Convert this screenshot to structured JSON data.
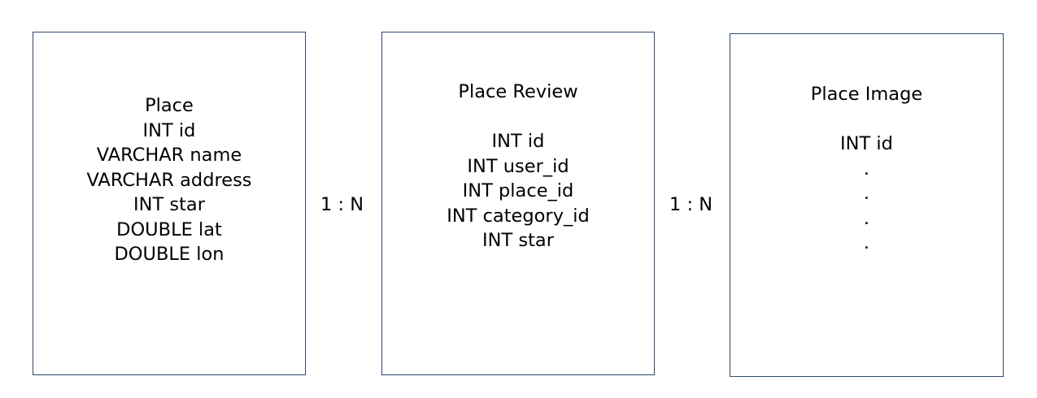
{
  "entities": {
    "place": {
      "title": "Place",
      "fields": [
        "INT id",
        "VARCHAR name",
        "VARCHAR address",
        "INT star",
        "DOUBLE lat",
        "DOUBLE lon"
      ]
    },
    "review": {
      "title": "Place Review",
      "fields": [
        "INT id",
        "INT user_id",
        "INT place_id",
        "INT category_id",
        "INT star"
      ]
    },
    "image": {
      "title": "Place Image",
      "fields": [
        "INT id"
      ],
      "ellipsis": [
        ".",
        ".",
        ".",
        "."
      ]
    }
  },
  "relations": [
    "1 : N",
    "1 : N"
  ],
  "colors": {
    "box_border": "#2f4b6e",
    "text": "#000000",
    "background": "#ffffff"
  }
}
